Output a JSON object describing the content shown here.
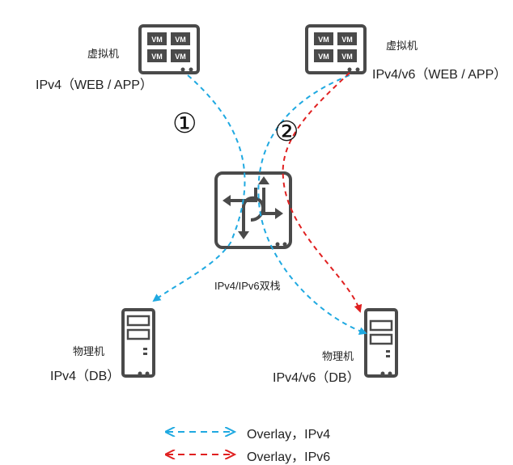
{
  "vm_left": {
    "label": "虚拟机",
    "protocol": "IPv4（WEB / APP）",
    "vm_text": "VM"
  },
  "vm_right": {
    "label": "虚拟机",
    "protocol": "IPv4/v6（WEB / APP）",
    "vm_text": "VM"
  },
  "switch": {
    "label": "IPv4/IPv6双栈"
  },
  "pm_left": {
    "label": "物理机",
    "protocol": "IPv4（DB）"
  },
  "pm_right": {
    "label": "物理机",
    "protocol": "IPv4/v6（DB）"
  },
  "markers": {
    "one": "①",
    "two": "②"
  },
  "legend": {
    "items": [
      {
        "label": "Overlay，IPv4",
        "color": "#1fa9e1"
      },
      {
        "label": "Overlay，IPv6",
        "color": "#e02020"
      }
    ]
  },
  "colors": {
    "device": "#4a4a4a",
    "ipv4_path": "#1fa9e1",
    "ipv6_path": "#e02020"
  }
}
